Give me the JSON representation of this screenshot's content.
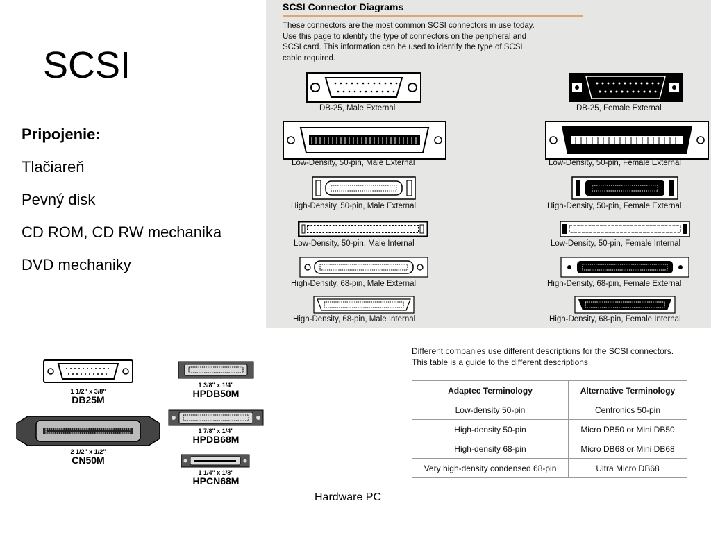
{
  "slide": {
    "title": "SCSI",
    "bullets": [
      "Pripojenie:",
      "Tlačiareň",
      "Pevný disk",
      "CD ROM, CD RW mechanika",
      "DVD mechaniky"
    ],
    "footer": "Hardware PC"
  },
  "diagram_panel": {
    "title": "SCSI Connector Diagrams",
    "description": "These connectors are the most common SCSI connectors in use today.\nUse this page to identify the type of connectors on the peripheral and\nSCSI card. This information can be used to identify the type of SCSI\ncable required.",
    "connectors": [
      {
        "label": "DB-25, Male External"
      },
      {
        "label": "DB-25, Female External"
      },
      {
        "label": "Low-Density, 50-pin, Male External"
      },
      {
        "label": "Low-Density, 50-pin, Female External"
      },
      {
        "label": "High-Density, 50-pin, Male External"
      },
      {
        "label": "High-Density, 50-pin, Female External"
      },
      {
        "label": "Low-Density, 50-pin, Male Internal"
      },
      {
        "label": "Low-Density, 50-pin, Female Internal"
      },
      {
        "label": "High-Density, 68-pin, Male External"
      },
      {
        "label": "High-Density, 68-pin, Female External"
      },
      {
        "label": "High-Density, 68-pin, Male Internal"
      },
      {
        "label": "High-Density, 68-pin, Female Internal"
      }
    ]
  },
  "terminology": {
    "description": "Different companies use different descriptions for the SCSI connectors.\nThis table is a guide to the different descriptions.",
    "headers": [
      "Adaptec Terminology",
      "Alternative Terminology"
    ],
    "rows": [
      [
        "Low-density 50-pin",
        "Centronics 50-pin"
      ],
      [
        "High-density 50-pin",
        "Micro DB50 or Mini DB50"
      ],
      [
        "High-density 68-pin",
        "Micro DB68 or Mini DB68"
      ],
      [
        "Very high-density condensed 68-pin",
        "Ultra Micro DB68"
      ]
    ]
  },
  "connector_photos": [
    {
      "size": "1 1/2\" x 3/8\"",
      "name": "DB25M"
    },
    {
      "size": "2 1/2\" x 1/2\"",
      "name": "CN50M"
    },
    {
      "size": "1 3/8\" x 1/4\"",
      "name": "HPDB50M"
    },
    {
      "size": "1 7/8\" x 1/4\"",
      "name": "HPDB68M"
    },
    {
      "size": "1 1/4\" x 1/8\"",
      "name": "HPCN68M"
    }
  ]
}
